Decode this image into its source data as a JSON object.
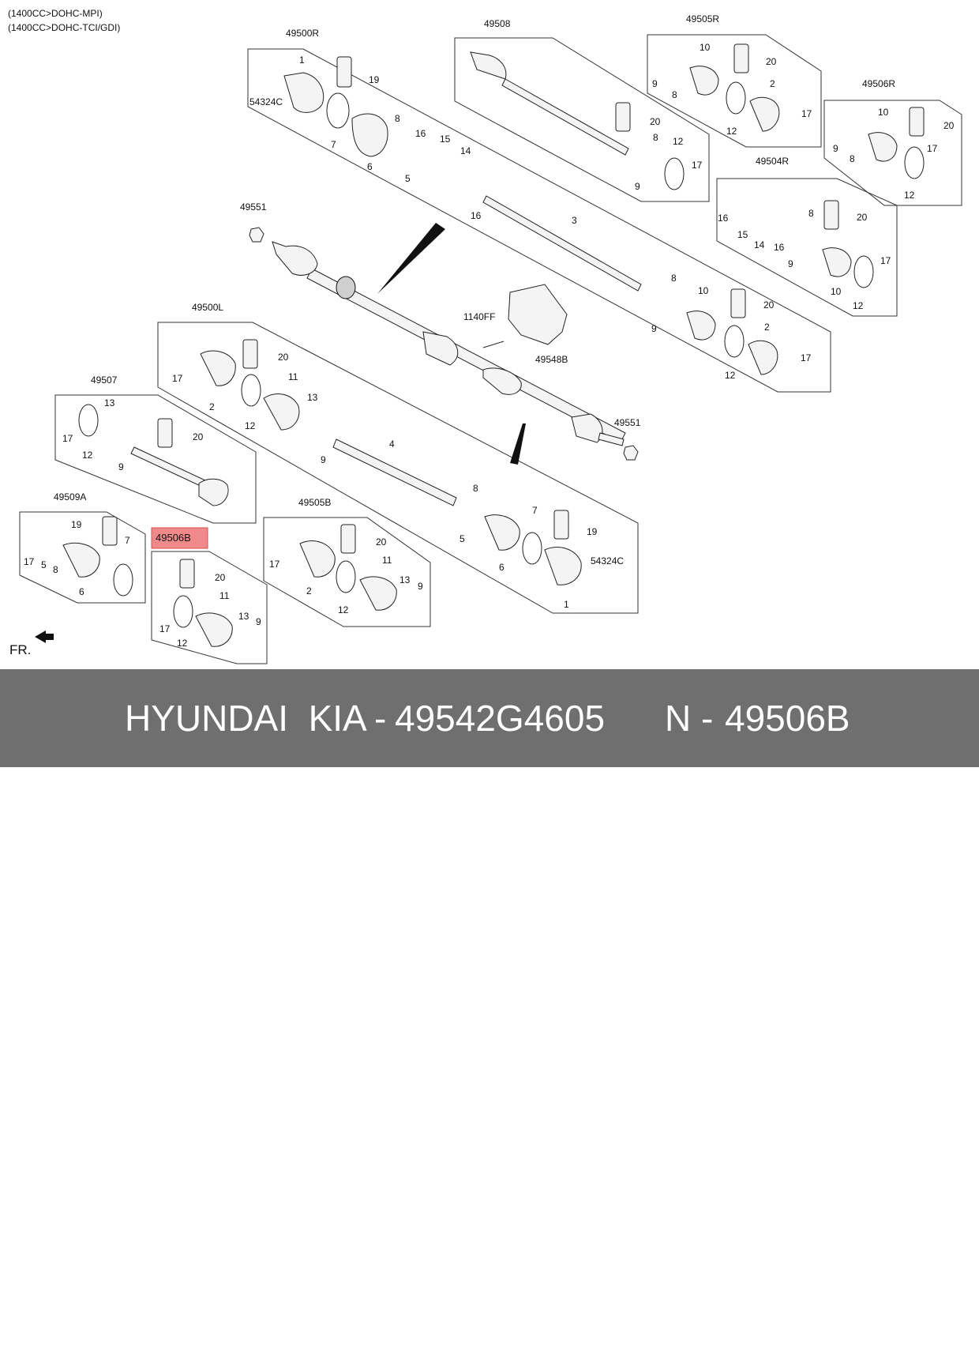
{
  "header": {
    "engine_lines": [
      "(1400CC>DOHC-MPI)",
      "(1400CC>DOHC-TCI/GDI)"
    ]
  },
  "callouts": [
    {
      "id": "c1",
      "text": "49500R"
    },
    {
      "id": "c2",
      "text": "1"
    },
    {
      "id": "c3",
      "text": "19"
    },
    {
      "id": "c4",
      "text": "54324C"
    },
    {
      "id": "c5",
      "text": "7"
    },
    {
      "id": "c6",
      "text": "6"
    },
    {
      "id": "c7",
      "text": "8"
    },
    {
      "id": "c8",
      "text": "16"
    },
    {
      "id": "c9",
      "text": "15"
    },
    {
      "id": "c10",
      "text": "14"
    },
    {
      "id": "c11",
      "text": "5"
    },
    {
      "id": "c12",
      "text": "16"
    },
    {
      "id": "c13",
      "text": "3"
    },
    {
      "id": "c14",
      "text": "49508"
    },
    {
      "id": "c15",
      "text": "20"
    },
    {
      "id": "c16",
      "text": "8"
    },
    {
      "id": "c17",
      "text": "9"
    },
    {
      "id": "c18",
      "text": "12"
    },
    {
      "id": "c19",
      "text": "17"
    },
    {
      "id": "c20",
      "text": "49505R"
    },
    {
      "id": "c21",
      "text": "10"
    },
    {
      "id": "c22",
      "text": "20"
    },
    {
      "id": "c23",
      "text": "9"
    },
    {
      "id": "c24",
      "text": "8"
    },
    {
      "id": "c25",
      "text": "2"
    },
    {
      "id": "c26",
      "text": "12"
    },
    {
      "id": "c27",
      "text": "17"
    },
    {
      "id": "c28",
      "text": "49506R"
    },
    {
      "id": "c29",
      "text": "10"
    },
    {
      "id": "c30",
      "text": "20"
    },
    {
      "id": "c31",
      "text": "9"
    },
    {
      "id": "c32",
      "text": "8"
    },
    {
      "id": "c33",
      "text": "17"
    },
    {
      "id": "c34",
      "text": "12"
    },
    {
      "id": "c35",
      "text": "49504R"
    },
    {
      "id": "c36",
      "text": "16"
    },
    {
      "id": "c37",
      "text": "15"
    },
    {
      "id": "c38",
      "text": "14"
    },
    {
      "id": "c39",
      "text": "16"
    },
    {
      "id": "c40",
      "text": "8"
    },
    {
      "id": "c41",
      "text": "20"
    },
    {
      "id": "c42",
      "text": "9"
    },
    {
      "id": "c43",
      "text": "17"
    },
    {
      "id": "c44",
      "text": "10"
    },
    {
      "id": "c45",
      "text": "12"
    },
    {
      "id": "c46",
      "text": "49551"
    },
    {
      "id": "c47",
      "text": "8"
    },
    {
      "id": "c48",
      "text": "10"
    },
    {
      "id": "c49",
      "text": "20"
    },
    {
      "id": "c50",
      "text": "9"
    },
    {
      "id": "c51",
      "text": "2"
    },
    {
      "id": "c52",
      "text": "12"
    },
    {
      "id": "c53",
      "text": "17"
    },
    {
      "id": "c54",
      "text": "1140FF"
    },
    {
      "id": "c55",
      "text": "49548B"
    },
    {
      "id": "c56",
      "text": "49500L"
    },
    {
      "id": "c57",
      "text": "20"
    },
    {
      "id": "c58",
      "text": "17"
    },
    {
      "id": "c59",
      "text": "2"
    },
    {
      "id": "c60",
      "text": "11"
    },
    {
      "id": "c61",
      "text": "13"
    },
    {
      "id": "c62",
      "text": "12"
    },
    {
      "id": "c63",
      "text": "9"
    },
    {
      "id": "c64",
      "text": "49551"
    },
    {
      "id": "c65",
      "text": "49507"
    },
    {
      "id": "c66",
      "text": "13"
    },
    {
      "id": "c67",
      "text": "17"
    },
    {
      "id": "c68",
      "text": "20"
    },
    {
      "id": "c69",
      "text": "12"
    },
    {
      "id": "c70",
      "text": "9"
    },
    {
      "id": "c71",
      "text": "4"
    },
    {
      "id": "c72",
      "text": "8"
    },
    {
      "id": "c73",
      "text": "7"
    },
    {
      "id": "c74",
      "text": "5"
    },
    {
      "id": "c75",
      "text": "19"
    },
    {
      "id": "c76",
      "text": "6"
    },
    {
      "id": "c77",
      "text": "54324C"
    },
    {
      "id": "c78",
      "text": "1"
    },
    {
      "id": "c79",
      "text": "49509A"
    },
    {
      "id": "c80",
      "text": "19"
    },
    {
      "id": "c81",
      "text": "7"
    },
    {
      "id": "c82",
      "text": "17"
    },
    {
      "id": "c83",
      "text": "5"
    },
    {
      "id": "c84",
      "text": "8"
    },
    {
      "id": "c85",
      "text": "6"
    },
    {
      "id": "c86",
      "text": "49506B"
    },
    {
      "id": "c87",
      "text": "20"
    },
    {
      "id": "c88",
      "text": "11"
    },
    {
      "id": "c89",
      "text": "17"
    },
    {
      "id": "c90",
      "text": "13"
    },
    {
      "id": "c91",
      "text": "9"
    },
    {
      "id": "c92",
      "text": "12"
    },
    {
      "id": "c93",
      "text": "49505B"
    },
    {
      "id": "c94",
      "text": "20"
    },
    {
      "id": "c95",
      "text": "17"
    },
    {
      "id": "c96",
      "text": "11"
    },
    {
      "id": "c97",
      "text": "2"
    },
    {
      "id": "c98",
      "text": "13"
    },
    {
      "id": "c99",
      "text": "9"
    },
    {
      "id": "c100",
      "text": "12"
    }
  ],
  "direction": {
    "label": "FR."
  },
  "highlight": {
    "label": "49506B",
    "color": "#f08a8a"
  },
  "footer": {
    "brand": "HYUNDAI  KIA",
    "dash1": "-",
    "part_number": "49542G4605",
    "prefix": "N",
    "dash2": "-",
    "ref": "49506B",
    "background": "#6f6f6f"
  }
}
